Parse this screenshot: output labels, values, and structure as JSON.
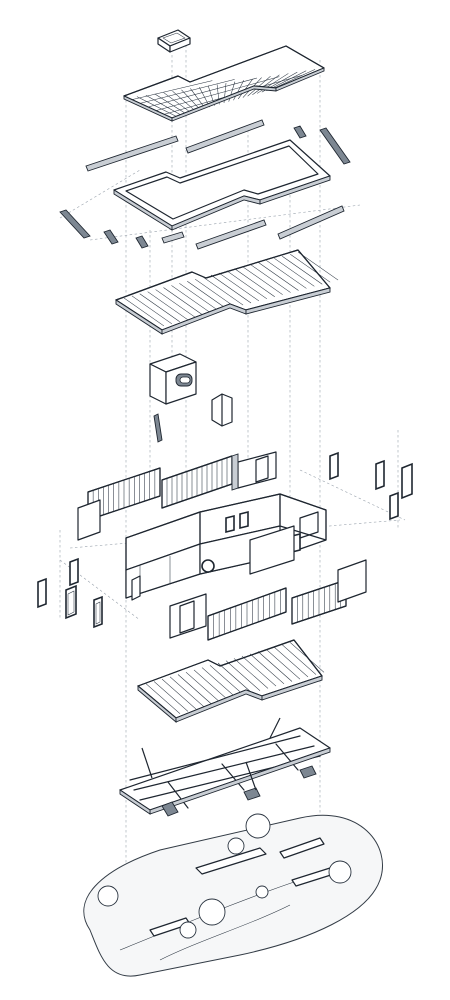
{
  "diagram": {
    "type": "exploded axonometric",
    "layers": [
      "roof-lantern",
      "roof-grid",
      "roof-fascia",
      "roof-frame",
      "roof-deck",
      "core-volume",
      "upper-walls",
      "main-walls",
      "lower-walls",
      "windows",
      "floor-slab",
      "foundation-beams",
      "site-ground"
    ],
    "colors": {
      "line": "#1e2630",
      "guide": "#9aa3ad",
      "fill": "#ffffff",
      "shade": "#c9ced4",
      "ground": "#f6f7f8"
    }
  }
}
